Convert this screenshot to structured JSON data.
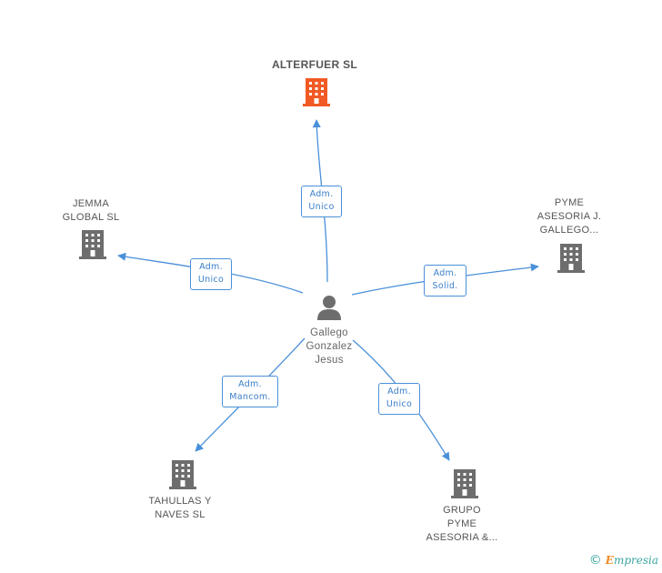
{
  "colors": {
    "edge": "#4a90d9",
    "main_company": "#f15a24",
    "company": "#6d6d6d",
    "person": "#6d6d6d",
    "brand": "#3aa5a0"
  },
  "nodes": {
    "main": {
      "label": "ALTERFUER SL",
      "icon": "building-icon"
    },
    "jemma": {
      "label": "JEMMA\nGLOBAL SL",
      "icon": "building-icon"
    },
    "pyme_asesoria": {
      "label": "PYME\nASESORIA J.\nGALLEGO...",
      "icon": "building-icon"
    },
    "person": {
      "label": "Gallego\nGonzalez\nJesus",
      "icon": "person-icon"
    },
    "tahullas": {
      "label": "TAHULLAS Y\nNAVES SL",
      "icon": "building-icon"
    },
    "grupo_pyme": {
      "label": "GRUPO\nPYME\nASESORIA &...",
      "icon": "building-icon"
    }
  },
  "edges": [
    {
      "to": "main",
      "label": "Adm.\nUnico"
    },
    {
      "to": "jemma",
      "label": "Adm.\nUnico"
    },
    {
      "to": "pyme_asesoria",
      "label": "Adm.\nSolid."
    },
    {
      "to": "tahullas",
      "label": "Adm.\nMancom."
    },
    {
      "to": "grupo_pyme",
      "label": "Adm.\nUnico"
    }
  ],
  "footer": {
    "copyright": "©",
    "brand_initial": "E",
    "brand_rest": "mpresia"
  }
}
